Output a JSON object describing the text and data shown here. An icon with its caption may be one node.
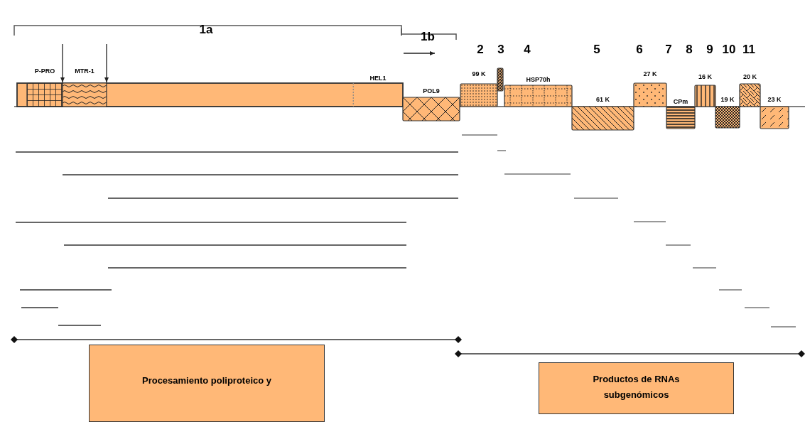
{
  "diagram": {
    "nodes": [
      {
        "text": [],
        "shape": "bar"
      },
      {
        "text": [
          "P-PRO"
        ],
        "in": 0
      },
      {
        "text": [
          "MTR-1"
        ],
        "in": 0
      },
      {
        "text": [
          "HEL1"
        ],
        "in": 0
      },
      {
        "text": [
          "POL9"
        ]
      },
      {
        "text": [
          "99 K"
        ]
      },
      {
        "text": [],
        "shape": "box"
      },
      {
        "text": [
          "HSP70h"
        ]
      },
      {
        "text": [
          "61 K"
        ]
      },
      {
        "text": [
          "27 K"
        ]
      },
      {
        "text": [
          "CPm"
        ]
      },
      {
        "text": [
          "16 K"
        ]
      },
      {
        "text": [
          "19 K"
        ]
      },
      {
        "text": [
          "20 K"
        ]
      },
      {
        "text": [
          "23 K"
        ]
      },
      {
        "text": [
          "Procesamiento poliproteico y"
        ]
      },
      {
        "text": [
          "Productos de RNAs subgenómicos"
        ]
      }
    ],
    "edges": [
      {
        "from": null,
        "to": 1,
        "arrow": "to"
      },
      {
        "from": null,
        "to": 2,
        "arrow": "to"
      }
    ],
    "labels": [
      "1a",
      "1b",
      "2",
      "3",
      "4",
      "5",
      "6",
      "7",
      "8",
      "9",
      "10",
      "11"
    ]
  }
}
